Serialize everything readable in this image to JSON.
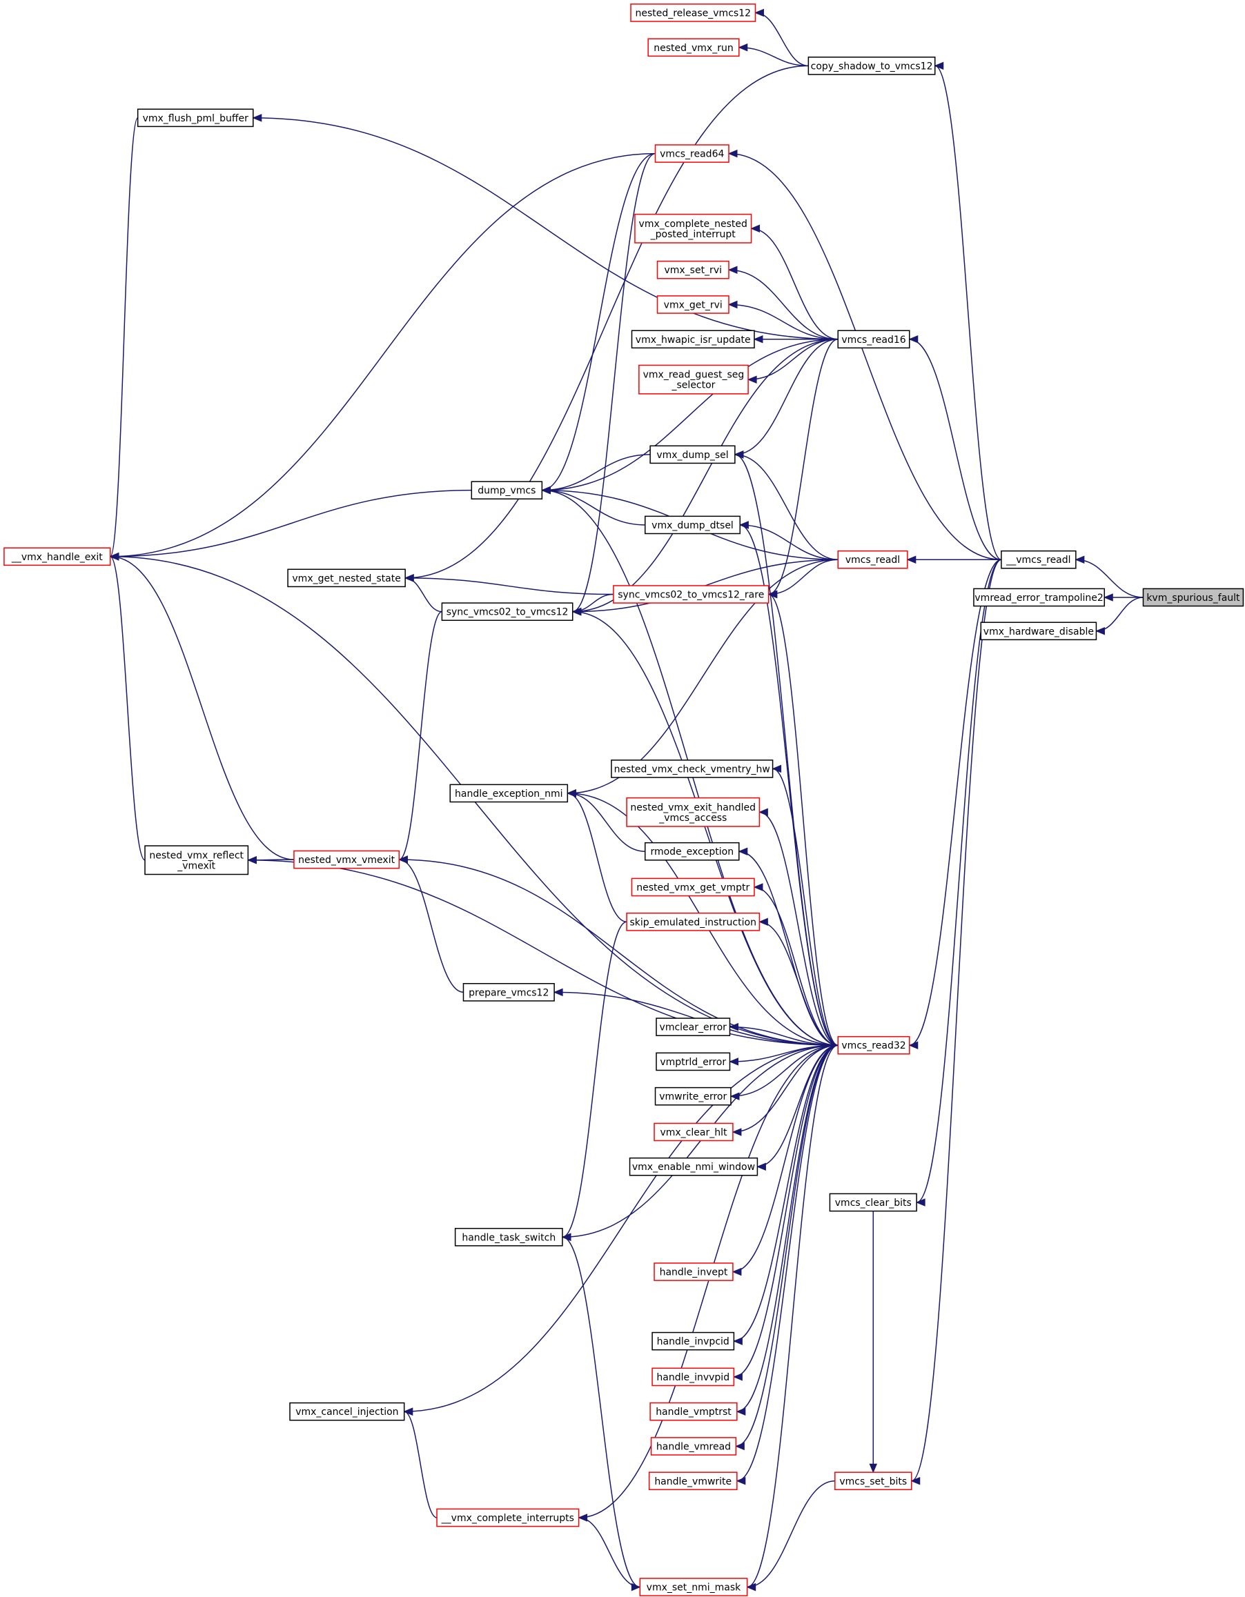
{
  "nodes": {
    "kvm_spurious_fault": {
      "label": [
        "kvm_spurious_fault"
      ],
      "kind": "root"
    },
    "__vmcs_readl": {
      "label": [
        "__vmcs_readl"
      ],
      "kind": "plain"
    },
    "vmread_error_trampoline2": {
      "label": [
        "vmread_error_trampoline2"
      ],
      "kind": "plain"
    },
    "vmx_hardware_disable": {
      "label": [
        "vmx_hardware_disable"
      ],
      "kind": "plain"
    },
    "vmcs_readl": {
      "label": [
        "vmcs_readl"
      ],
      "kind": "partial"
    },
    "vmcs_read16": {
      "label": [
        "vmcs_read16"
      ],
      "kind": "plain"
    },
    "copy_shadow_to_vmcs12": {
      "label": [
        "copy_shadow_to_vmcs12"
      ],
      "kind": "plain"
    },
    "vmcs_read64": {
      "label": [
        "vmcs_read64"
      ],
      "kind": "partial"
    },
    "vmcs_read32": {
      "label": [
        "vmcs_read32"
      ],
      "kind": "partial"
    },
    "vmcs_clear_bits": {
      "label": [
        "vmcs_clear_bits"
      ],
      "kind": "plain"
    },
    "vmcs_set_bits": {
      "label": [
        "vmcs_set_bits"
      ],
      "kind": "partial"
    },
    "nested_release_vmcs12": {
      "label": [
        "nested_release_vmcs12"
      ],
      "kind": "partial"
    },
    "nested_vmx_run": {
      "label": [
        "nested_vmx_run"
      ],
      "kind": "partial"
    },
    "vmx_flush_pml_buffer": {
      "label": [
        "vmx_flush_pml_buffer"
      ],
      "kind": "plain"
    },
    "vmx_complete_nested_posted_interrupt": {
      "label": [
        "vmx_complete_nested",
        "_posted_interrupt"
      ],
      "kind": "partial"
    },
    "vmx_set_rvi": {
      "label": [
        "vmx_set_rvi"
      ],
      "kind": "partial"
    },
    "vmx_get_rvi": {
      "label": [
        "vmx_get_rvi"
      ],
      "kind": "partial"
    },
    "vmx_hwapic_isr_update": {
      "label": [
        "vmx_hwapic_isr_update"
      ],
      "kind": "plain"
    },
    "vmx_read_guest_seg_selector": {
      "label": [
        "vmx_read_guest_seg",
        "_selector"
      ],
      "kind": "partial"
    },
    "vmx_dump_sel": {
      "label": [
        "vmx_dump_sel"
      ],
      "kind": "plain"
    },
    "dump_vmcs": {
      "label": [
        "dump_vmcs"
      ],
      "kind": "plain"
    },
    "vmx_dump_dtsel": {
      "label": [
        "vmx_dump_dtsel"
      ],
      "kind": "plain"
    },
    "__vmx_handle_exit": {
      "label": [
        "__vmx_handle_exit"
      ],
      "kind": "partial"
    },
    "sync_vmcs02_to_vmcs12_rare": {
      "label": [
        "sync_vmcs02_to_vmcs12_rare"
      ],
      "kind": "partial"
    },
    "vmx_get_nested_state": {
      "label": [
        "vmx_get_nested_state"
      ],
      "kind": "plain"
    },
    "sync_vmcs02_to_vmcs12": {
      "label": [
        "sync_vmcs02_to_vmcs12"
      ],
      "kind": "plain"
    },
    "nested_vmx_check_vmentry_hw": {
      "label": [
        "nested_vmx_check_vmentry_hw"
      ],
      "kind": "plain"
    },
    "handle_exception_nmi": {
      "label": [
        "handle_exception_nmi"
      ],
      "kind": "plain"
    },
    "nested_vmx_exit_handled_vmcs_access": {
      "label": [
        "nested_vmx_exit_handled",
        "_vmcs_access"
      ],
      "kind": "partial"
    },
    "rmode_exception": {
      "label": [
        "rmode_exception"
      ],
      "kind": "plain"
    },
    "nested_vmx_reflect_vmexit": {
      "label": [
        "nested_vmx_reflect",
        "_vmexit"
      ],
      "kind": "plain"
    },
    "nested_vmx_vmexit": {
      "label": [
        "nested_vmx_vmexit"
      ],
      "kind": "partial"
    },
    "nested_vmx_get_vmptr": {
      "label": [
        "nested_vmx_get_vmptr"
      ],
      "kind": "partial"
    },
    "skip_emulated_instruction": {
      "label": [
        "skip_emulated_instruction"
      ],
      "kind": "partial"
    },
    "prepare_vmcs12": {
      "label": [
        "prepare_vmcs12"
      ],
      "kind": "plain"
    },
    "vmclear_error": {
      "label": [
        "vmclear_error"
      ],
      "kind": "plain"
    },
    "vmptrld_error": {
      "label": [
        "vmptrld_error"
      ],
      "kind": "plain"
    },
    "vmwrite_error": {
      "label": [
        "vmwrite_error"
      ],
      "kind": "plain"
    },
    "vmx_clear_hlt": {
      "label": [
        "vmx_clear_hlt"
      ],
      "kind": "partial"
    },
    "vmx_enable_nmi_window": {
      "label": [
        "vmx_enable_nmi_window"
      ],
      "kind": "plain"
    },
    "handle_task_switch": {
      "label": [
        "handle_task_switch"
      ],
      "kind": "plain"
    },
    "handle_invept": {
      "label": [
        "handle_invept"
      ],
      "kind": "partial"
    },
    "handle_invpcid": {
      "label": [
        "handle_invpcid"
      ],
      "kind": "plain"
    },
    "handle_invvpid": {
      "label": [
        "handle_invvpid"
      ],
      "kind": "partial"
    },
    "vmx_cancel_injection": {
      "label": [
        "vmx_cancel_injection"
      ],
      "kind": "plain"
    },
    "handle_vmptrst": {
      "label": [
        "handle_vmptrst"
      ],
      "kind": "partial"
    },
    "handle_vmread": {
      "label": [
        "handle_vmread"
      ],
      "kind": "partial"
    },
    "handle_vmwrite": {
      "label": [
        "handle_vmwrite"
      ],
      "kind": "partial"
    },
    "__vmx_complete_interrupts": {
      "label": [
        "__vmx_complete_interrupts"
      ],
      "kind": "partial"
    },
    "vmx_set_nmi_mask": {
      "label": [
        "vmx_set_nmi_mask"
      ],
      "kind": "partial"
    }
  },
  "edges": [
    [
      "__vmcs_readl",
      "kvm_spurious_fault"
    ],
    [
      "vmread_error_trampoline2",
      "kvm_spurious_fault"
    ],
    [
      "vmx_hardware_disable",
      "kvm_spurious_fault"
    ],
    [
      "vmcs_readl",
      "__vmcs_readl"
    ],
    [
      "vmcs_read16",
      "__vmcs_readl"
    ],
    [
      "copy_shadow_to_vmcs12",
      "__vmcs_readl"
    ],
    [
      "vmcs_read64",
      "__vmcs_readl"
    ],
    [
      "vmcs_read32",
      "__vmcs_readl"
    ],
    [
      "vmcs_clear_bits",
      "__vmcs_readl"
    ],
    [
      "vmcs_set_bits",
      "__vmcs_readl"
    ],
    [
      "nested_release_vmcs12",
      "copy_shadow_to_vmcs12"
    ],
    [
      "nested_vmx_run",
      "copy_shadow_to_vmcs12"
    ],
    [
      "vmx_get_nested_state",
      "copy_shadow_to_vmcs12"
    ],
    [
      "vmx_handle_exit",
      "vmx_flush_pml_buffer"
    ],
    [
      "vmx_flush_pml_buffer",
      "vmcs_read16"
    ],
    [
      "vmx_complete_nested_posted_interrupt",
      "vmcs_read16"
    ],
    [
      "vmx_set_rvi",
      "vmcs_read16"
    ],
    [
      "vmx_get_rvi",
      "vmcs_read16"
    ],
    [
      "vmx_hwapic_isr_update",
      "vmcs_read16"
    ],
    [
      "vmx_read_guest_seg_selector",
      "vmcs_read16"
    ],
    [
      "vmx_dump_sel",
      "vmcs_read16"
    ],
    [
      "dump_vmcs",
      "vmcs_read16"
    ],
    [
      "sync_vmcs02_to_vmcs12",
      "vmcs_read16"
    ],
    [
      "sync_vmcs02_to_vmcs12_rare",
      "vmcs_read16"
    ],
    [
      "dump_vmcs",
      "vmcs_read64"
    ],
    [
      "vmx_handle_exit",
      "vmcs_read64"
    ],
    [
      "sync_vmcs02_to_vmcs12",
      "vmcs_read64"
    ],
    [
      "dump_vmcs",
      "vmx_dump_sel"
    ],
    [
      "dump_vmcs",
      "vmx_dump_dtsel"
    ],
    [
      "vmx_handle_exit",
      "dump_vmcs"
    ],
    [
      "vmx_dump_sel",
      "vmcs_readl"
    ],
    [
      "dump_vmcs",
      "vmcs_readl"
    ],
    [
      "vmx_dump_dtsel",
      "vmcs_readl"
    ],
    [
      "sync_vmcs02_to_vmcs12_rare",
      "vmcs_readl"
    ],
    [
      "sync_vmcs02_to_vmcs12",
      "vmcs_readl"
    ],
    [
      "handle_exception_nmi",
      "vmcs_readl"
    ],
    [
      "vmx_get_nested_state",
      "sync_vmcs02_to_vmcs12_rare"
    ],
    [
      "sync_vmcs02_to_vmcs12",
      "sync_vmcs02_to_vmcs12_rare"
    ],
    [
      "vmx_get_nested_state",
      "sync_vmcs02_to_vmcs12"
    ],
    [
      "nested_vmx_vmexit",
      "sync_vmcs02_to_vmcs12"
    ],
    [
      "vmx_handle_exit",
      "nested_vmx_reflect_vmexit"
    ],
    [
      "vmx_handle_exit",
      "nested_vmx_vmexit"
    ],
    [
      "nested_vmx_reflect_vmexit",
      "nested_vmx_vmexit"
    ],
    [
      "handle_exception_nmi",
      "rmode_exception"
    ],
    [
      "handle_exception_nmi",
      "skip_emulated_instruction"
    ],
    [
      "handle_task_switch",
      "skip_emulated_instruction"
    ],
    [
      "nested_vmx_vmexit",
      "prepare_vmcs12"
    ],
    [
      "vmx_cancel_injection",
      "__vmx_complete_interrupts"
    ],
    [
      "vmx_set_nmi_mask",
      "__vmx_complete_interrupts"
    ],
    [
      "handle_task_switch",
      "vmx_set_nmi_mask"
    ],
    [
      "vmx_set_nmi_mask",
      "vmcs_set_bits"
    ],
    [
      "vmcs_set_bits",
      "vmcs_clear_bits"
    ],
    [
      "vmx_dump_sel",
      "vmcs_read32"
    ],
    [
      "dump_vmcs",
      "vmcs_read32"
    ],
    [
      "vmx_dump_dtsel",
      "vmcs_read32"
    ],
    [
      "sync_vmcs02_to_vmcs12_rare",
      "vmcs_read32"
    ],
    [
      "sync_vmcs02_to_vmcs12",
      "vmcs_read32"
    ],
    [
      "handle_exception_nmi",
      "vmcs_read32"
    ],
    [
      "nested_vmx_check_vmentry_hw",
      "vmcs_read32"
    ],
    [
      "nested_vmx_exit_handled_vmcs_access",
      "vmcs_read32"
    ],
    [
      "rmode_exception",
      "vmcs_read32"
    ],
    [
      "nested_vmx_reflect_vmexit",
      "vmcs_read32"
    ],
    [
      "nested_vmx_vmexit",
      "vmcs_read32"
    ],
    [
      "nested_vmx_get_vmptr",
      "vmcs_read32"
    ],
    [
      "skip_emulated_instruction",
      "vmcs_read32"
    ],
    [
      "prepare_vmcs12",
      "vmcs_read32"
    ],
    [
      "vmclear_error",
      "vmcs_read32"
    ],
    [
      "vmptrld_error",
      "vmcs_read32"
    ],
    [
      "vmwrite_error",
      "vmcs_read32"
    ],
    [
      "vmx_clear_hlt",
      "vmcs_read32"
    ],
    [
      "vmx_enable_nmi_window",
      "vmcs_read32"
    ],
    [
      "handle_task_switch",
      "vmcs_read32"
    ],
    [
      "handle_invept",
      "vmcs_read32"
    ],
    [
      "handle_invpcid",
      "vmcs_read32"
    ],
    [
      "handle_invvpid",
      "vmcs_read32"
    ],
    [
      "vmx_cancel_injection",
      "vmcs_read32"
    ],
    [
      "handle_vmptrst",
      "vmcs_read32"
    ],
    [
      "handle_vmread",
      "vmcs_read32"
    ],
    [
      "handle_vmwrite",
      "vmcs_read32"
    ],
    [
      "__vmx_complete_interrupts",
      "vmcs_read32"
    ],
    [
      "vmx_set_nmi_mask",
      "vmcs_read32"
    ],
    [
      "vmx_handle_exit",
      "vmcs_read32"
    ]
  ],
  "colors": {
    "edge": "#191970",
    "box_border_plain": "#000000",
    "box_border_partial": "#ff0000",
    "root_fill": "#bfbfbf"
  }
}
